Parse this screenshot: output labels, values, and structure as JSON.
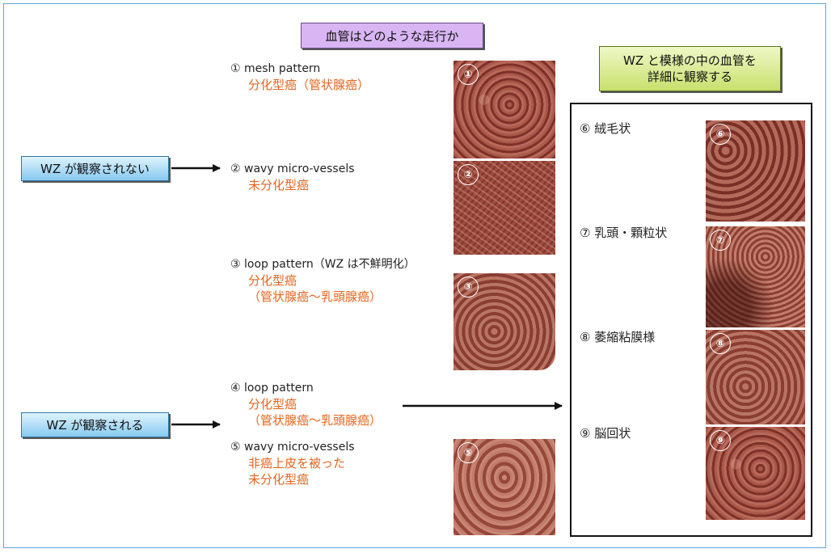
{
  "header": {
    "left_title": "血管はどのような走行か",
    "right_title_line1": "WZ と模様の中の血管を",
    "right_title_line2": "詳細に観察する"
  },
  "conditions": {
    "not_observed": "WZ が観察されない",
    "observed": "WZ が観察される"
  },
  "items": [
    {
      "en": "① mesh pattern",
      "jp": [
        "分化型癌（管状腺癌）"
      ]
    },
    {
      "en": "② wavy micro-vessels",
      "jp": [
        "未分化型癌"
      ]
    },
    {
      "en": "③ loop pattern（WZ は不鮮明化）",
      "jp": [
        "分化型癌",
        "（管状腺癌～乳頭腺癌）"
      ]
    },
    {
      "en": "④ loop pattern",
      "jp": [
        "分化型癌",
        "（管状腺癌～乳頭腺癌）"
      ]
    },
    {
      "en": "⑤ wavy micro-vessels",
      "jp": [
        "非癌上皮を被った",
        "未分化型癌"
      ]
    }
  ],
  "right_items": [
    {
      "label": "⑥ 絨毛状"
    },
    {
      "label": "⑦ 乳頭・顆粒状"
    },
    {
      "label": "⑧ 萎縮粘膜様"
    },
    {
      "label": "⑨ 脳回状"
    }
  ],
  "thumbnails": {
    "t1": "①",
    "t2": "②",
    "t3": "③",
    "t5": "⑤",
    "t6": "⑥",
    "t7": "⑦",
    "t8": "⑧",
    "t9": "⑨"
  },
  "colors": {
    "accent_orange": "#e5651d",
    "title_purple": "#d9b6f3",
    "title_green": "#c8e06e",
    "condition_blue": "#86c9ee"
  }
}
